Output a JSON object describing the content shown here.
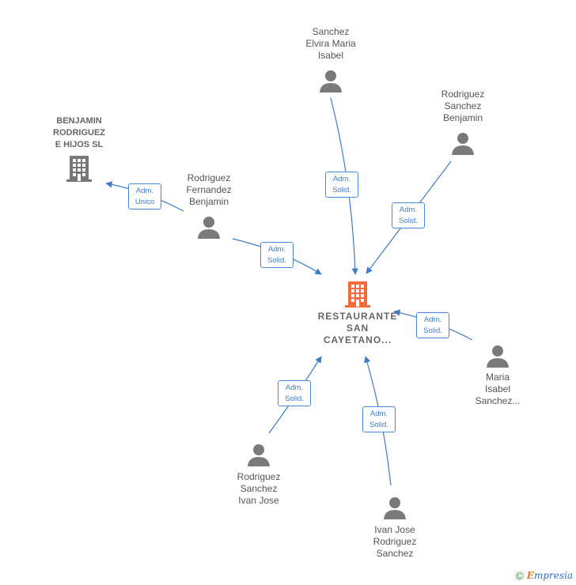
{
  "nodes": {
    "restaurante": {
      "lines": [
        "RESTAURANTE",
        "SAN",
        "CAYETANO..."
      ]
    },
    "benjamin_hijos": {
      "lines": [
        "BENJAMIN",
        "RODRIGUEZ",
        "E HIJOS SL"
      ]
    },
    "rodriguez_fernandez_benjamin": {
      "lines": [
        "Rodriguez",
        "Fernandez",
        "Benjamin"
      ]
    },
    "sanchez_elvira": {
      "lines": [
        "Sanchez",
        "Elvira Maria",
        "Isabel"
      ]
    },
    "rodriguez_sanchez_benjamin": {
      "lines": [
        "Rodriguez",
        "Sanchez",
        "Benjamin"
      ]
    },
    "maria_isabel": {
      "lines": [
        "Maria",
        "Isabel",
        "Sanchez..."
      ]
    },
    "rodriguez_sanchez_ivan": {
      "lines": [
        "Rodriguez",
        "Sanchez",
        "Ivan Jose"
      ]
    },
    "ivan_jose": {
      "lines": [
        "Ivan Jose",
        "Rodriguez",
        "Sanchez"
      ]
    }
  },
  "badges": {
    "adm_unico": [
      "Adm.",
      "Unico"
    ],
    "adm_solid": [
      "Adm.",
      "Solid."
    ]
  },
  "colors": {
    "edge": "#3d7cc9",
    "main_company": "#f26b3a",
    "company": "#777777",
    "person": "#7a7a7a"
  },
  "footer": {
    "copyright": "©",
    "brand_e": "E",
    "brand_rest": "mpresia"
  }
}
